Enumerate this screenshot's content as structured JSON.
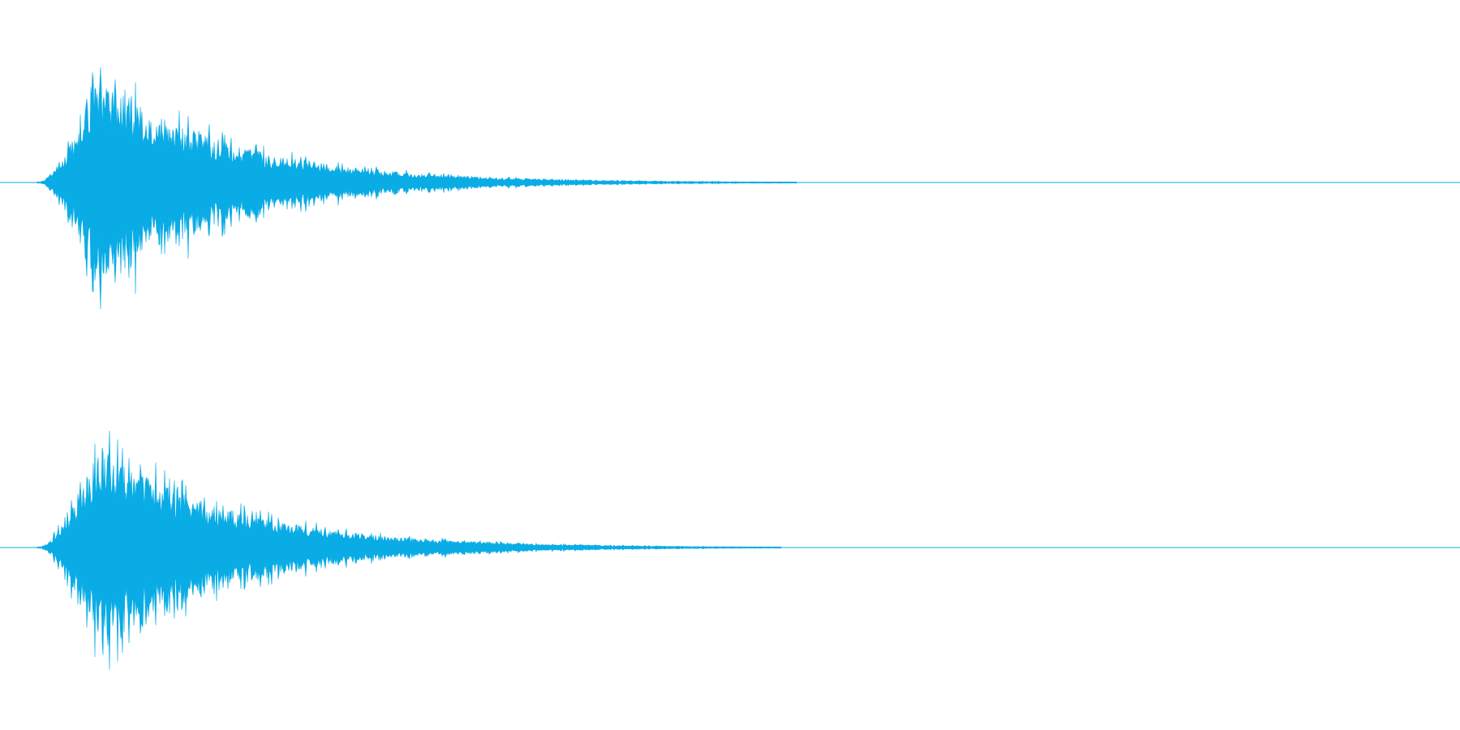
{
  "waveform": {
    "color": "#0aace5",
    "background": "#ffffff",
    "channels": [
      {
        "name": "",
        "envelope": {
          "onset_fraction": 0.026,
          "peak_fraction": 0.068,
          "attack_exponent": 1.6,
          "decay_rate": 5.4,
          "tail_end_fraction": 0.545,
          "peak_amplitude": 0.82,
          "noise_seed": 7
        }
      },
      {
        "name": "",
        "envelope": {
          "onset_fraction": 0.026,
          "peak_fraction": 0.068,
          "attack_exponent": 1.6,
          "decay_rate": 5.2,
          "tail_end_fraction": 0.535,
          "peak_amplitude": 0.78,
          "noise_seed": 23
        }
      }
    ]
  }
}
